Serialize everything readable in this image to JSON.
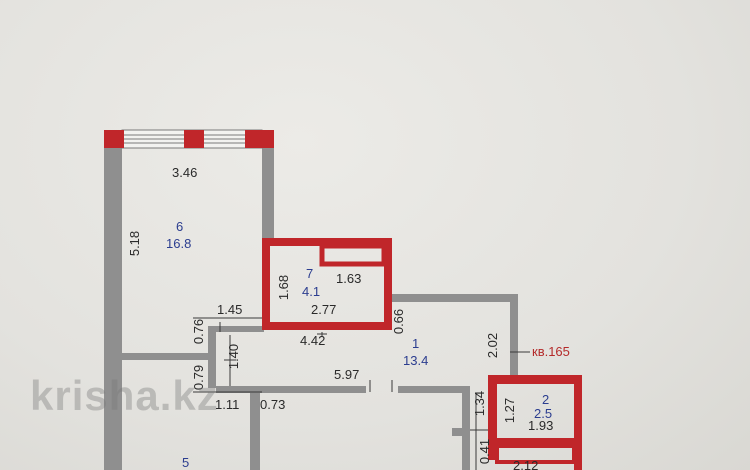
{
  "plan": {
    "rooms": [
      {
        "id": "room-6",
        "number": "6",
        "area": "16.8"
      },
      {
        "id": "room-7",
        "number": "7",
        "area": "4.1"
      },
      {
        "id": "room-1",
        "number": "1",
        "area": "13.4"
      },
      {
        "id": "room-2",
        "number": "2",
        "area": "2.5"
      },
      {
        "id": "room-5",
        "number": "5"
      }
    ],
    "dimensions": {
      "d346": "3.46",
      "d518": "5.18",
      "d168": "1.68",
      "d163": "1.63",
      "d277": "2.77",
      "d145": "1.45",
      "d076": "0.76",
      "d442": "4.42",
      "d066": "0.66",
      "d140": "1.40",
      "d202": "2.02",
      "d079": "0.79",
      "d597": "5.97",
      "d134": "1.34",
      "d127": "1.27",
      "d111": "1.11",
      "d073": "0.73",
      "d193": "1.93",
      "d041": "0.41",
      "d212": "2.12"
    },
    "apartment_label": "кв.165",
    "watermark": "krisha.kz",
    "colors": {
      "wall": "#8f8f8f",
      "highlight": "#c0262a",
      "room_label": "#2b3d8f",
      "apartment_label": "#b42a2a"
    }
  }
}
